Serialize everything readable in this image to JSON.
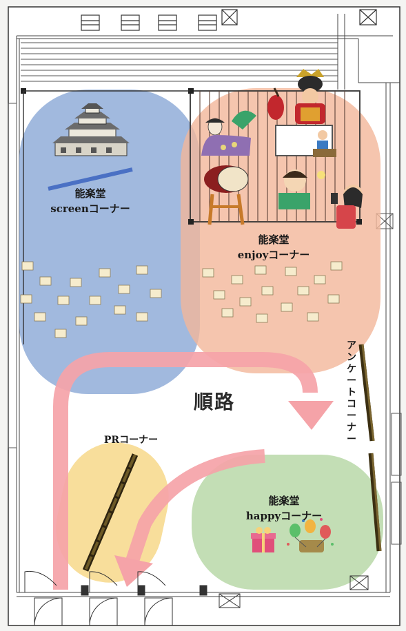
{
  "zones": {
    "screen": {
      "line1": "能楽堂",
      "line2": "screenコーナー",
      "color": "#8aa8d6"
    },
    "enjoy": {
      "line1": "能楽堂",
      "line2": "enjoyコーナー",
      "color": "#f2b79a"
    },
    "happy": {
      "line1": "能楽堂",
      "line2": "happyコーナー",
      "color": "#b9d8a8"
    },
    "pr": {
      "label": "PRコーナー",
      "color": "#f7d88a"
    },
    "survey": {
      "label": "アンケートコーナー"
    }
  },
  "route": {
    "label": "順路",
    "color": "#f5a3a8"
  },
  "icons": [
    "castle-icon",
    "samurai-armor-icon",
    "noh-dancer-icon",
    "taiko-drum-icon",
    "teacher-icon",
    "reading-child-icon",
    "child-with-phone-icon",
    "gift-box-icon",
    "party-balloons-icon"
  ]
}
